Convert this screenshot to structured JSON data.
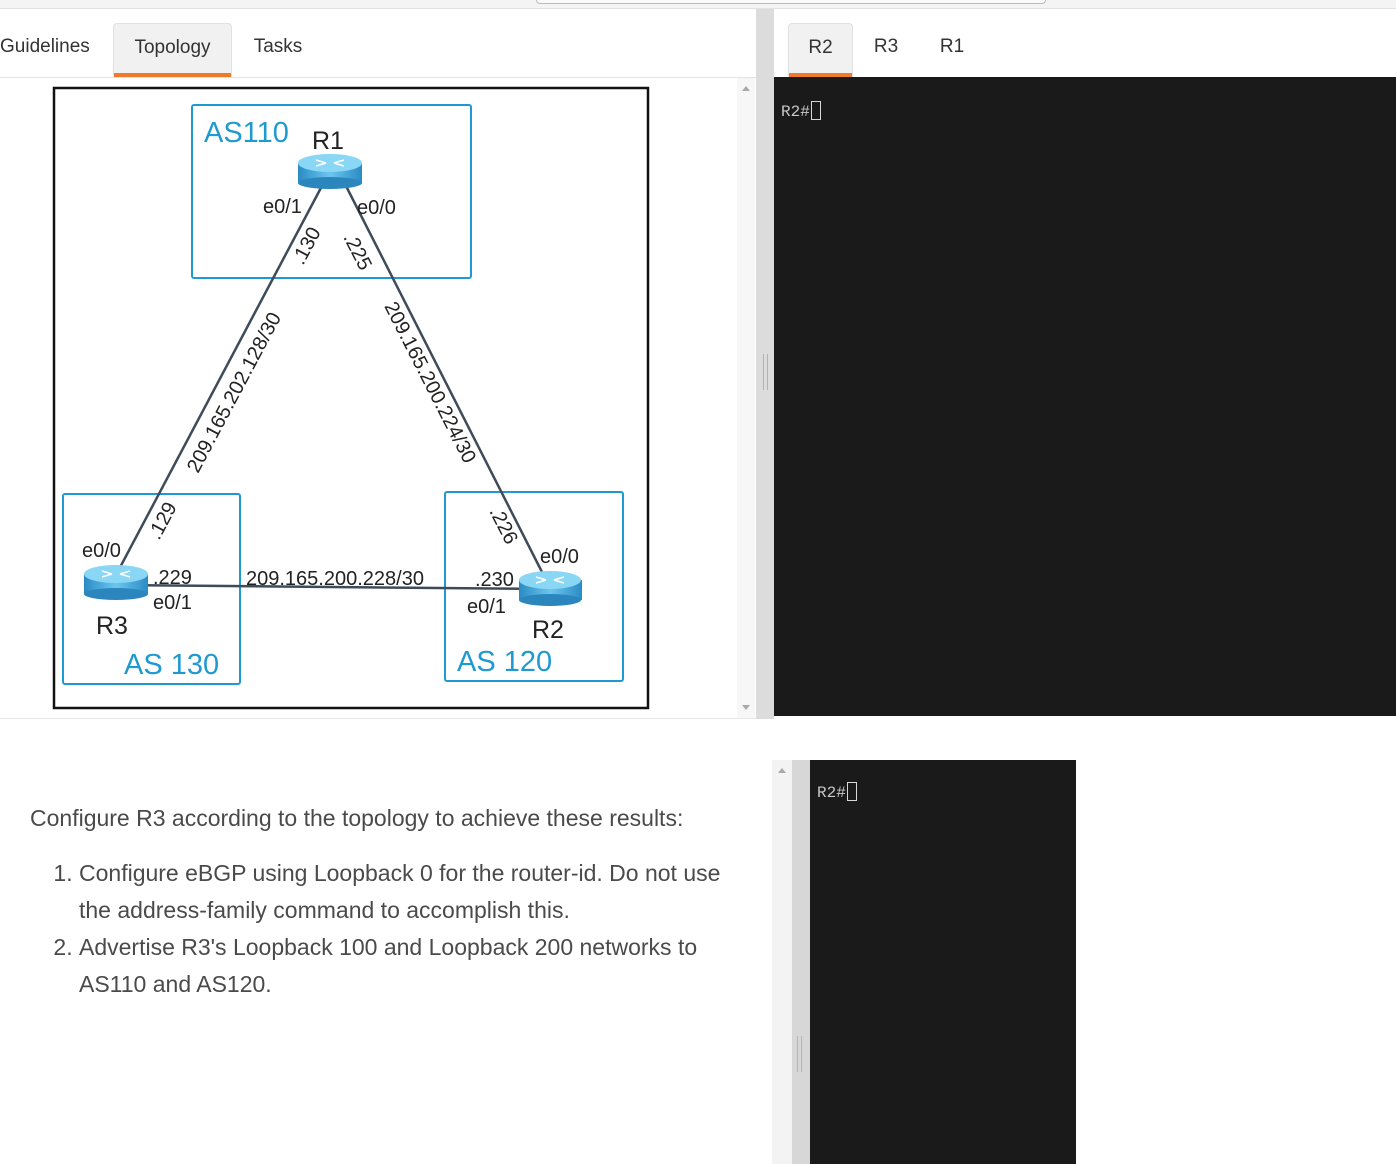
{
  "left_tabs": [
    "Guidelines",
    "Topology",
    "Tasks"
  ],
  "right_tabs": [
    "R2",
    "R3",
    "R1"
  ],
  "terminal_prompt": "R2#",
  "topology": {
    "as_top": "AS110",
    "as_left": "AS 130",
    "as_right": "AS 120",
    "router_r1": "R1",
    "router_r2": "R2",
    "router_r3": "R3",
    "r1_e01": "e0/1",
    "r1_e00": "e0/0",
    "r1_ip_left": ".130",
    "r1_ip_right": ".225",
    "net_left": "209.165.202.128/30",
    "net_right": "209.165.200.224/30",
    "net_bottom": "209.165.200.228/30",
    "r3_e00": "e0/0",
    "r3_e01": "e0/1",
    "r3_ip_top": ".129",
    "r3_ip_right": ".229",
    "r2_e00": "e0/0",
    "r2_e01": "e0/1",
    "r2_ip_top": ".226",
    "r2_ip_left": ".230"
  },
  "task": {
    "intro": "Configure R3 according to the topology to achieve these results:",
    "items": [
      "Configure eBGP using Loopback 0 for the router-id. Do not use the address-family command to accomplish this.",
      "Advertise R3's Loopback 100 and Loopback 200 networks to AS110 and AS120."
    ]
  },
  "colors": {
    "accent": "#f07a2c",
    "as_box": "#1f9ad0",
    "terminal_bg": "#1a1a1a"
  }
}
